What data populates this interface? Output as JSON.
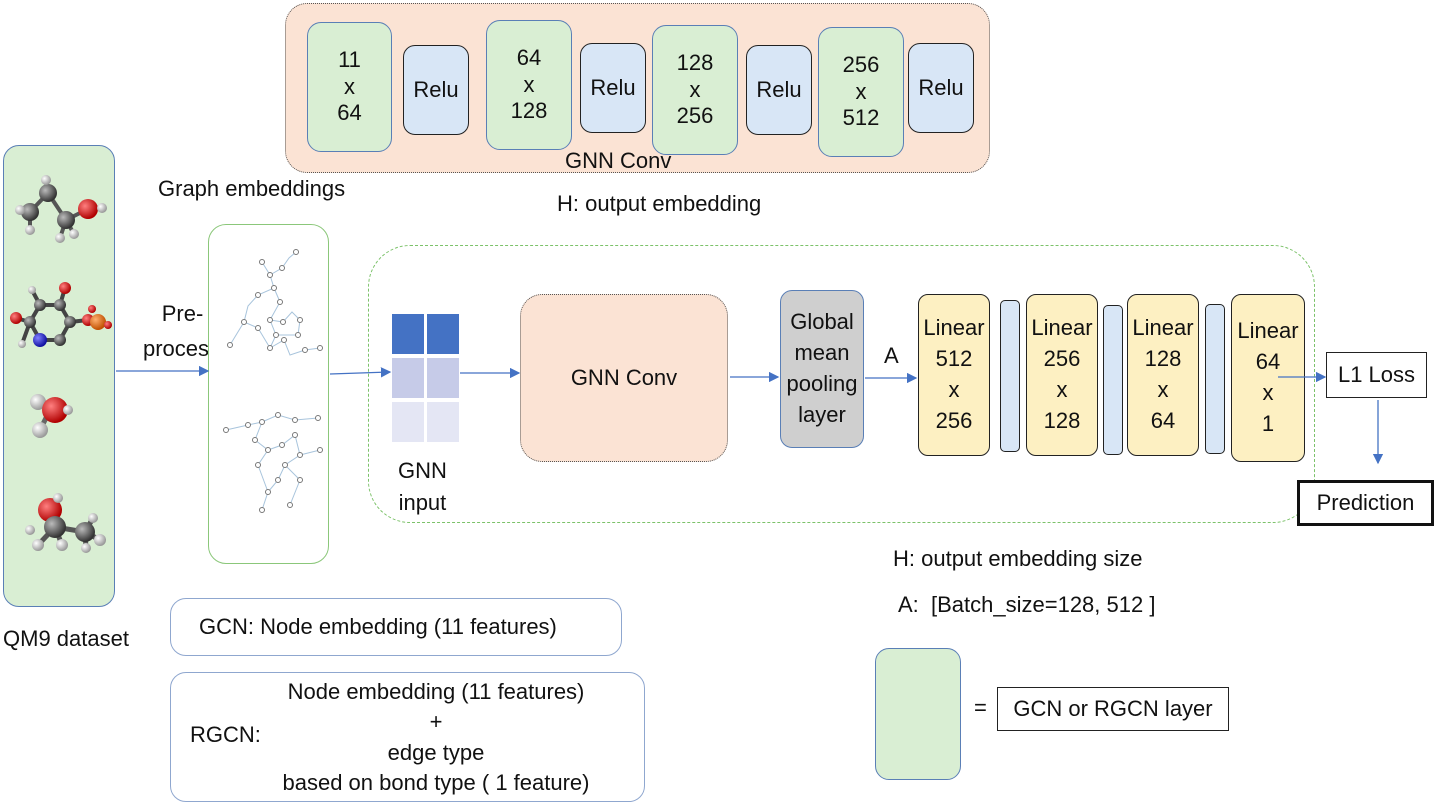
{
  "top_block": {
    "layers": [
      {
        "line1": "11",
        "line2": "x",
        "line3": "64"
      },
      {
        "label": "Relu"
      },
      {
        "line1": "64",
        "line2": "x",
        "line3": "128"
      },
      {
        "label": "Relu"
      },
      {
        "line1": "128",
        "line2": "x",
        "line3": "256"
      },
      {
        "label": "Relu"
      },
      {
        "line1": "256",
        "line2": "x",
        "line3": "512"
      },
      {
        "label": "Relu"
      }
    ],
    "caption": "GNN Conv",
    "subcaption": "H: output embedding"
  },
  "dataset": {
    "label": "QM9 dataset"
  },
  "graph_embeddings": {
    "label": "Graph embeddings"
  },
  "preprocess": {
    "line1": "Pre-",
    "line2": "process"
  },
  "gnn_input": {
    "line1": "GNN",
    "line2": "input"
  },
  "gnn_conv": {
    "label": "GNN Conv"
  },
  "pooling": {
    "line1": "Global",
    "line2": "mean",
    "line3": "pooling",
    "line4": "layer"
  },
  "a_label": "A",
  "linears": [
    {
      "l1": "Linear",
      "l2": "512",
      "l3": "x",
      "l4": "256"
    },
    {
      "l1": "Linear",
      "l2": "256",
      "l3": "x",
      "l4": "128"
    },
    {
      "l1": "Linear",
      "l2": "128",
      "l3": "x",
      "l4": "64"
    },
    {
      "l1": "Linear",
      "l2": "64",
      "l3": "x",
      "l4": "1"
    }
  ],
  "loss": {
    "label": "L1 Loss"
  },
  "prediction": {
    "label": "Prediction"
  },
  "notes": {
    "h_size": "H: output embedding size",
    "a_shape": "A:  [Batch_size=128, 512 ]"
  },
  "gcn_note": "GCN: Node embedding (11 features)",
  "rgcn_note": {
    "prefix": "RGCN:",
    "line1": "Node embedding (11 features)",
    "line2": "+",
    "line3": "edge type",
    "line4": "based on bond type ( 1 feature)"
  },
  "legend": {
    "equals": "=",
    "label": "GCN or RGCN layer"
  },
  "colors": {
    "green": "#d9eed3",
    "blue": "#d8e6f6",
    "orange": "#fbe3d4",
    "yellow": "#fdf0c2",
    "gray": "#cfcfcf",
    "arrow": "#4472c4"
  }
}
